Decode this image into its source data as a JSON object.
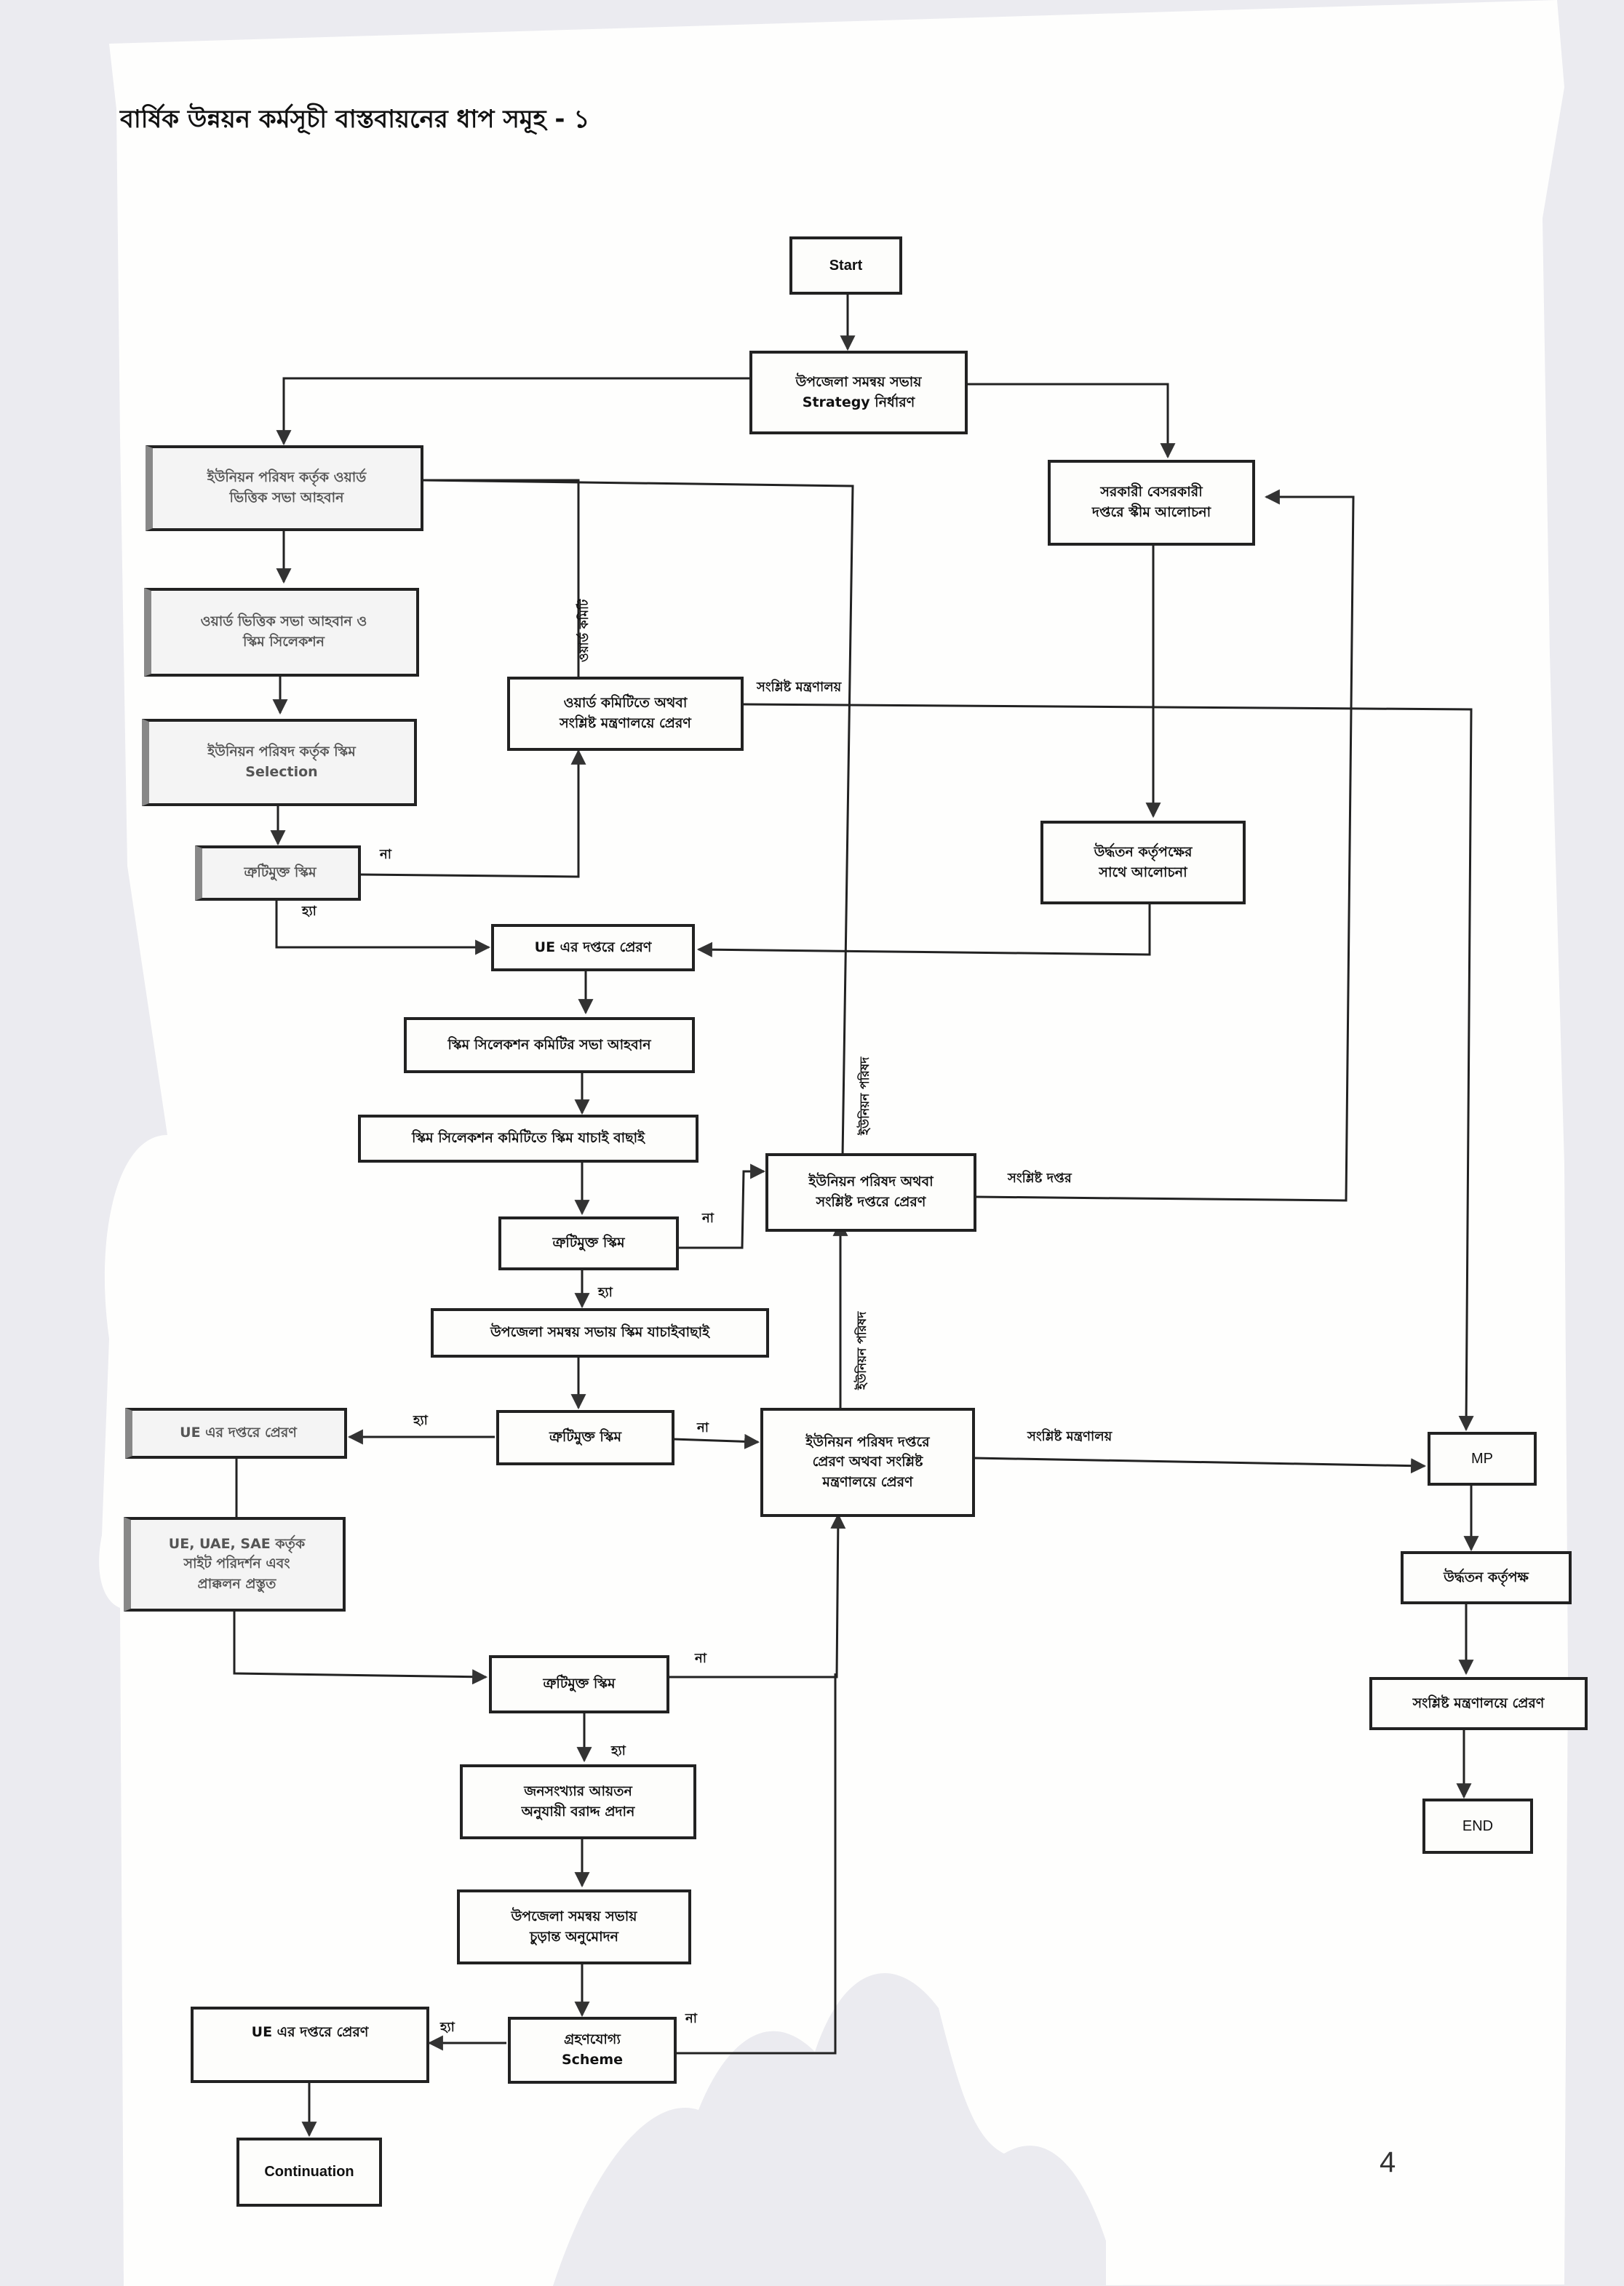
{
  "page": {
    "title": "বার্ষিক উন্নয়ন কর্মসূচী বাস্তবায়নের ধাপ সমূহ - ১",
    "page_number": "4"
  },
  "nodes": {
    "start": "Start",
    "upazila_strategy": "উপজেলা সমন্বয় সভায়\nStrategy নির্ধারণ",
    "up_ward_meeting": "ইউনিয়ন পরিষদ কর্তৃক ওয়ার্ড\nভিত্তিক সভা আহবান",
    "ward_meeting_selection": "ওয়ার্ড ভিত্তিক সভা আহবান ও\nস্কিম সিলেকশন",
    "up_scheme_selection": "ইউনিয়ন পরিষদ কর্তৃক স্কিম\nSelection",
    "error_free_1": "ত্রুটিমুক্ত স্কিম",
    "ward_or_ministry": "ওয়ার্ড কমিটিতে অথবা\nসংশ্লিষ্ট মন্ত্রণালয়ে প্রেরণ",
    "govt_private_discussion": "সরকারী বেসরকারী\nদপ্তরে স্কীম আলোচনা",
    "higher_authority_discussion": "উর্দ্ধতন কর্তৃপক্ষের\nসাথে আলোচনা",
    "send_to_ue_1": "UE এর দপ্তরে প্রেরণ",
    "selection_committee_meeting": "স্কিম সিলেকশন কমিটির সভা আহবান",
    "selection_committee_review": "স্কিম সিলেকশন কমিটিতে স্কিম যাচাই বাছাই",
    "up_or_dept": "ইউনিয়ন পরিষদ অথবা\nসংশ্লিষ্ট দপ্তরে প্রেরণ",
    "error_free_2": "ত্রুটিমুক্ত স্কিম",
    "upazila_review": "উপজেলা সমন্বয় সভায় স্কিম যাচাইবাছাই",
    "error_free_3": "ত্রুটিমুক্ত স্কিম",
    "send_to_ue_2": "UE এর দপ্তরে প্রেরণ",
    "up_office_or_ministry": "ইউনিয়ন পরিষদ দপ্তরে\nপ্রেরণ অথবা সংশ্লিষ্ট\nমন্ত্রণালয়ে প্রেরণ",
    "site_inspection": "UE, UAE, SAE কর্তৃক\nসাইট পরিদর্শন এবং\nপ্রাক্কলন প্রস্তুত",
    "error_free_4": "ত্রুটিমুক্ত স্কিম",
    "allocation": "জনসংখ্যার আয়তন\nঅনুযায়ী বরাদ্দ প্রদান",
    "final_approval": "উপজেলা সমন্বয় সভায়\nচুড়ান্ত অনুমোদন",
    "acceptable_scheme": "গ্রহণযোগ্য\nScheme",
    "send_to_ue_3": "UE এর দপ্তরে প্রেরণ",
    "continuation": "Continuation",
    "mp": "MP",
    "higher_authority": "উর্দ্ধতন কর্তৃপক্ষ",
    "send_to_ministry": "সংশ্লিষ্ট মন্ত্রণালয়ে প্রেরণ",
    "end": "END"
  },
  "edge_labels": {
    "no": "না",
    "yes": "হ্যা",
    "ward_committee": "ওয়ার্ড কমিটি",
    "concerned_ministry": "সংশ্লিষ্ট মন্ত্রণালয়",
    "union_parishad": "ইউনিয়ন পরিষদ",
    "concerned_dept": "সংশ্লিষ্ট দপ্তর"
  }
}
